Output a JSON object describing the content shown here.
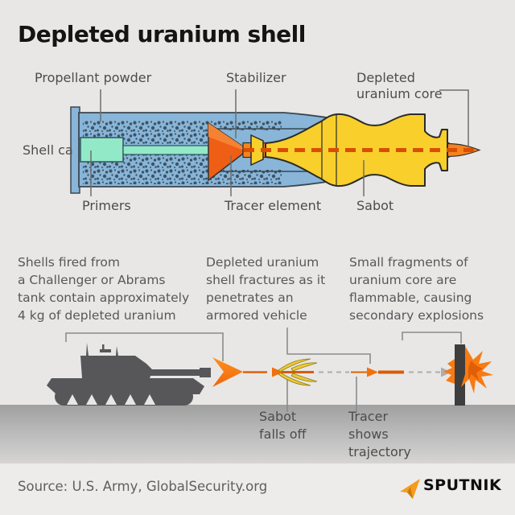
{
  "title": "Depleted uranium shell",
  "diagram": {
    "labels": {
      "propellant": "Propellant powder",
      "stabilizer": "Stabilizer",
      "du_core_line1": "Depleted",
      "du_core_line2": "uranium core",
      "shell_casing": "Shell ca",
      "primers": "Primers",
      "tracer_element": "Tracer element",
      "sabot": "Sabot"
    }
  },
  "facts": [
    {
      "lines": [
        "Shells fired from",
        "a Challenger or Abrams",
        "tank contain approximately",
        "4 kg of depleted uranium"
      ]
    },
    {
      "lines": [
        "Depleted uranium",
        "shell fractures as it",
        "penetrates an",
        "armored vehicle"
      ]
    },
    {
      "lines": [
        "Small fragments of",
        "uranium core are",
        "flammable, causing",
        "secondary explosions"
      ]
    }
  ],
  "scene": {
    "labels": {
      "sabot_falls_off": [
        "Sabot",
        "falls off"
      ],
      "tracer_trajectory": [
        "Tracer",
        "shows",
        "trajectory"
      ]
    }
  },
  "footer": {
    "source": "Source: U.S. Army, GlobalSecurity.org",
    "brand": "SPUTNIK"
  },
  "colors": {
    "background": "#e8e7e5",
    "casing_blue": "#88b5d8",
    "primer_mint": "#92e9c8",
    "propellant_dot": "#3d5466",
    "sabot_yellow": "#f8cf2b",
    "penetrator_orange": "#f5831f",
    "tracer_dash_orange": "#d94e00",
    "stabilizer_orange": "#ee5f15",
    "tank_gray": "#57575a",
    "explosion_orange": "#f97a12",
    "armor_plate": "#3e3e3e",
    "brand_orange": "#f49b20"
  }
}
